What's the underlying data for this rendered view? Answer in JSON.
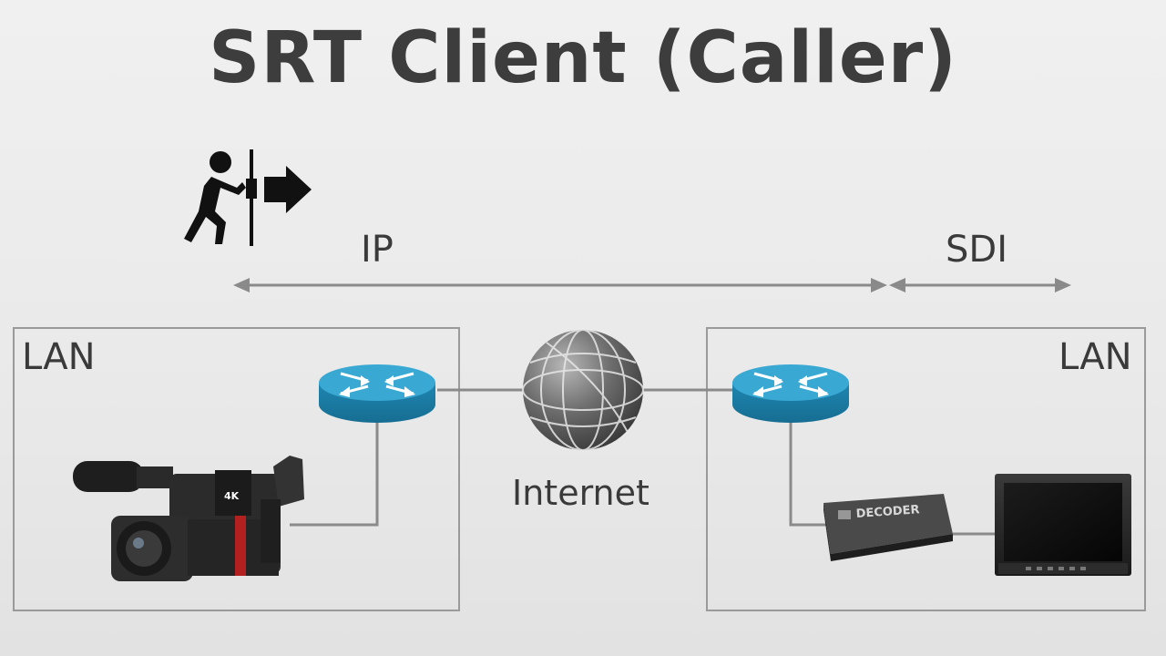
{
  "title": "SRT Client (Caller)",
  "labels": {
    "ip": "IP",
    "sdi": "SDI",
    "lan_left": "LAN",
    "lan_right": "LAN",
    "internet": "Internet"
  },
  "devices": {
    "decoder_text": "DECODER",
    "camera_badge": "4K"
  },
  "icons": [
    "caller-push-door-icon",
    "router-icon",
    "globe-icon",
    "camera-icon",
    "decoder-icon",
    "monitor-icon"
  ],
  "colors": {
    "router": "#2f9fc8",
    "line": "#8a8a8a",
    "box": "#9a9a9a"
  }
}
